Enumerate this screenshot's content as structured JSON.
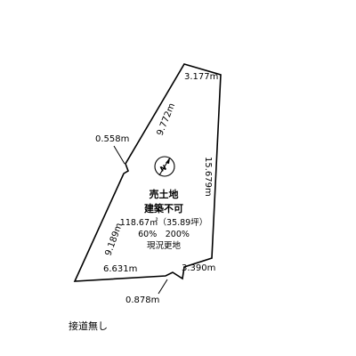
{
  "plot": {
    "dimensions": {
      "top": "3.177m",
      "upper_left": "9.772m",
      "notch_left": "0.558m",
      "right": "15.679m",
      "lower_left": "9.189m",
      "bottom": "6.631m",
      "bottom_right": "3.390m",
      "notch_bottom": "0.878m"
    },
    "info": {
      "type": "売土地",
      "restriction": "建築不可",
      "area": "118.67㎡（35.89坪）",
      "ratios": "60%　200%",
      "status": "現況更地"
    },
    "compass_label": "N"
  },
  "note": "接道無し",
  "colors": {
    "line": "#000000",
    "background": "#ffffff"
  }
}
